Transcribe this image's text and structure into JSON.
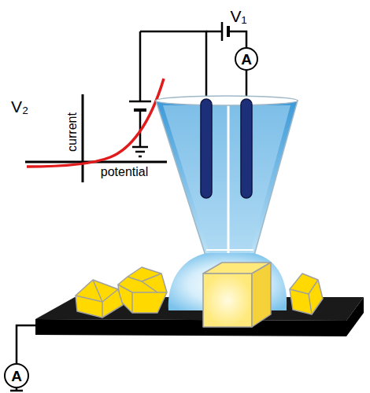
{
  "diagram": {
    "nodes": [
      {
        "text": [
          "A"
        ]
      },
      {
        "text": [
          "A"
        ]
      }
    ],
    "labels": [
      "V₁",
      "V₂",
      "current",
      "potential"
    ]
  }
}
